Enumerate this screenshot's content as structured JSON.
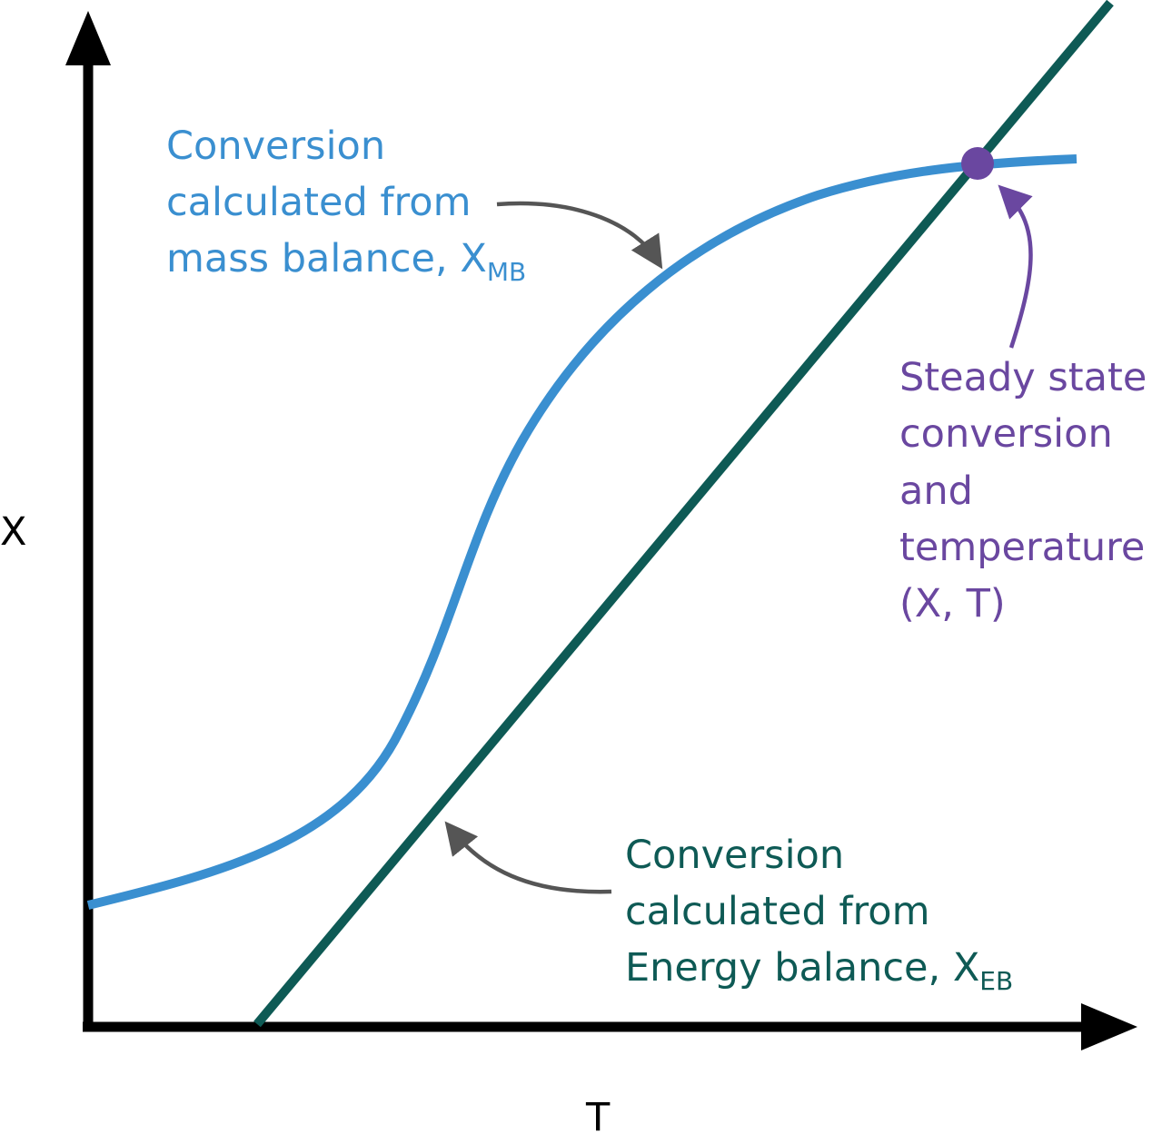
{
  "axes": {
    "x_label": "T",
    "y_label": "X"
  },
  "colors": {
    "mass_balance": "#3a8fd0",
    "energy_balance": "#0e5a55",
    "steady_state": "#6a47a0",
    "annotation_arrow": "#555555",
    "axis": "#000000"
  },
  "annotations": {
    "mass_balance": {
      "line1": "Conversion",
      "line2": "calculated from",
      "line3": "mass balance, X",
      "sub": "MB"
    },
    "energy_balance": {
      "line1": "Conversion",
      "line2": "calculated from",
      "line3": "Energy balance, X",
      "sub": "EB"
    },
    "steady_state": {
      "line1": "Steady state",
      "line2": "conversion",
      "line3": "and",
      "line4": "temperature",
      "line5": "(X, T)"
    }
  }
}
